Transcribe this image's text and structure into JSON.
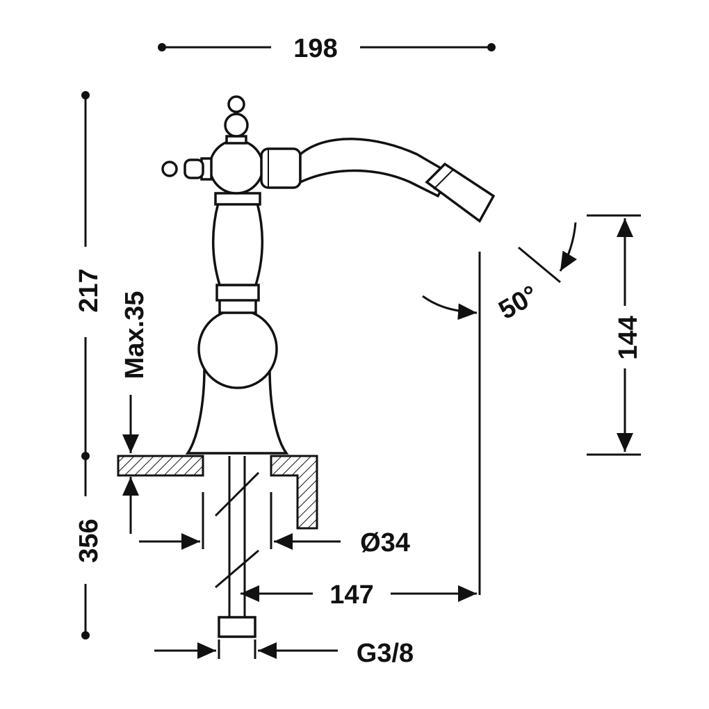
{
  "dimensions": {
    "width_total": "198",
    "height_upper": "217",
    "height_lower": "356",
    "max_deck": "Max.35",
    "spout_height": "144",
    "spout_angle": "50°",
    "hole_diameter": "Ø34",
    "spout_reach": "147",
    "thread": "G3/8"
  },
  "colors": {
    "line": "#111111",
    "background": "#ffffff"
  }
}
